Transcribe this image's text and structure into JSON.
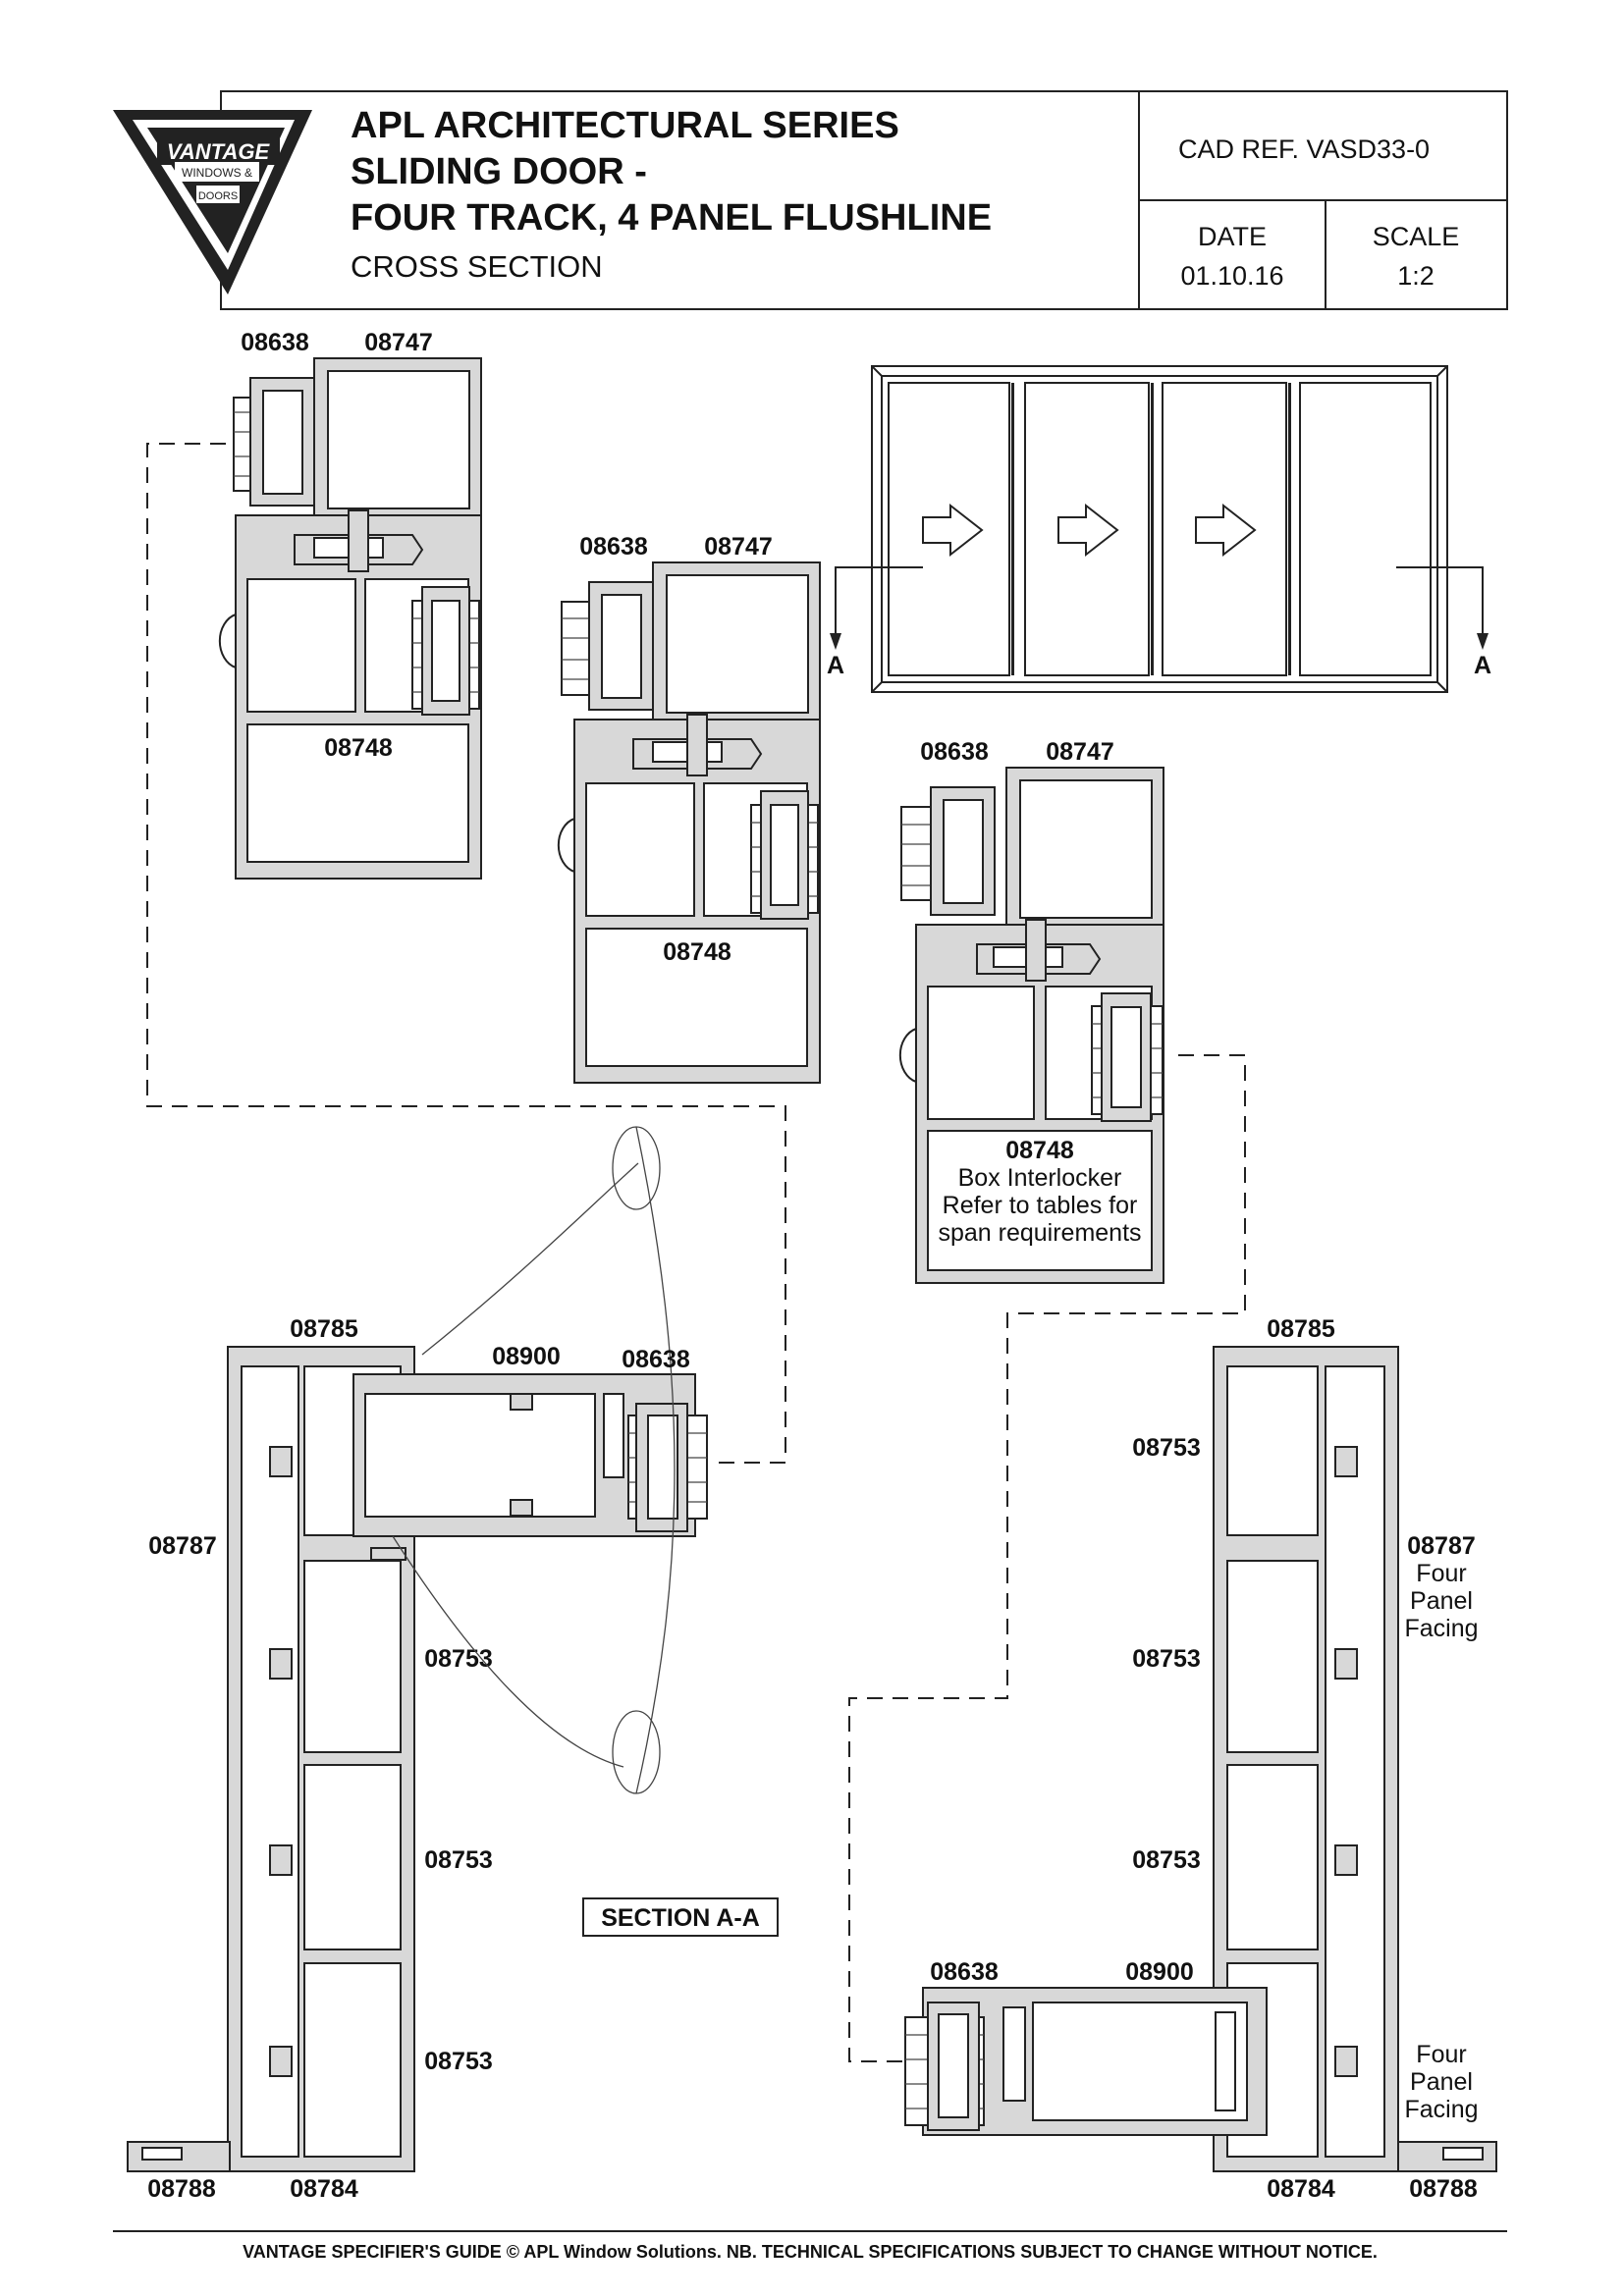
{
  "header": {
    "brand": "VANTAGE",
    "brand_sub1": "WINDOWS &",
    "brand_sub2": "DOORS",
    "title_line1": "APL ARCHITECTURAL SERIES",
    "title_line2": "SLIDING DOOR -",
    "title_line3": "FOUR TRACK, 4 PANEL FLUSHLINE",
    "subtitle": "CROSS SECTION",
    "cad_ref": "CAD REF.  VASD33-0",
    "date_label": "DATE",
    "date_value": "01.10.16",
    "scale_label": "SCALE",
    "scale_value": "1:2"
  },
  "elevation": {
    "section_mark": "A",
    "panel_count": 4,
    "arrow_count": 3
  },
  "labels": {
    "p08638": "08638",
    "p08747": "08747",
    "p08748": "08748",
    "p08748_note1": "Box Interlocker",
    "p08748_note2": "Refer to tables for",
    "p08748_note3": "span requirements",
    "p08785": "08785",
    "p08900": "08900",
    "p08787": "08787",
    "p08753": "08753",
    "p08784": "08784",
    "p08788": "08788",
    "facing_four": "Four",
    "facing_panel": "Panel",
    "facing_facing": "Facing"
  },
  "section_title": "SECTION A-A",
  "footer": "VANTAGE SPECIFIER'S GUIDE  © APL Window Solutions. NB. TECHNICAL SPECIFICATIONS SUBJECT TO CHANGE WITHOUT NOTICE."
}
